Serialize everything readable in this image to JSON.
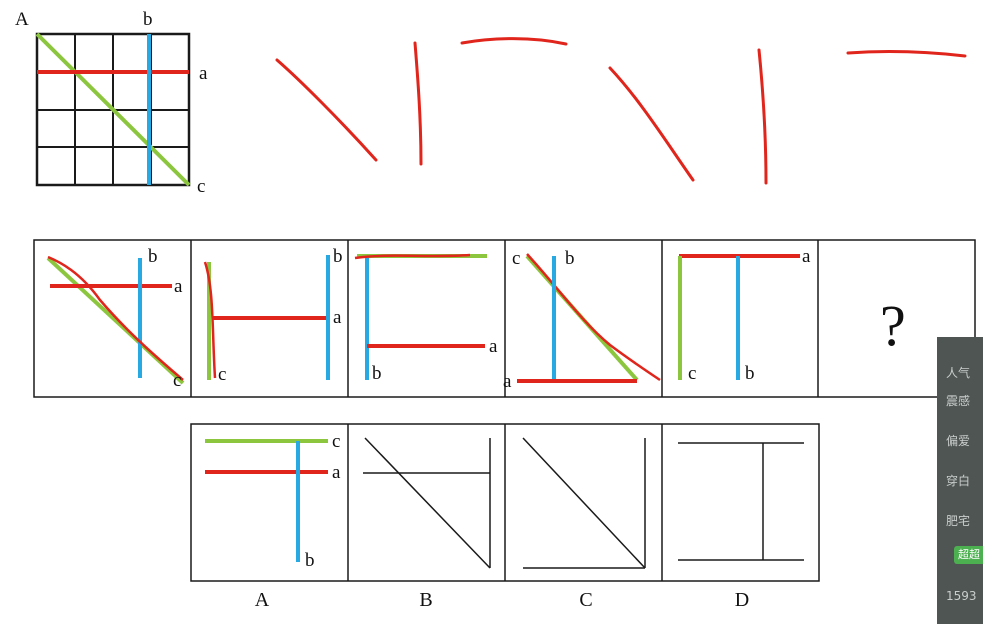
{
  "reference": {
    "corner_label": "A",
    "top_label": "b",
    "right_top_label": "a",
    "right_bottom_label": "c"
  },
  "sequence": [
    {
      "labels": [
        "b",
        "a",
        "c"
      ]
    },
    {
      "labels": [
        "b",
        "a",
        "c"
      ]
    },
    {
      "labels": [
        "a",
        "b"
      ]
    },
    {
      "labels": [
        "c",
        "b",
        "a"
      ]
    },
    {
      "labels": [
        "a",
        "c",
        "b"
      ]
    },
    {
      "question": "?"
    }
  ],
  "options": [
    {
      "letter": "A",
      "labels": [
        "c",
        "a",
        "b"
      ]
    },
    {
      "letter": "B"
    },
    {
      "letter": "C"
    },
    {
      "letter": "D"
    }
  ],
  "colors": {
    "red": "#e0251c",
    "blue": "#29a9e1",
    "green": "#8cc63f",
    "black": "#1a1a1a"
  },
  "side_panel": {
    "items": [
      "人气",
      "震感",
      "偏爱",
      "穿白",
      "肥宅"
    ],
    "badge": "超超",
    "number": "1593"
  }
}
